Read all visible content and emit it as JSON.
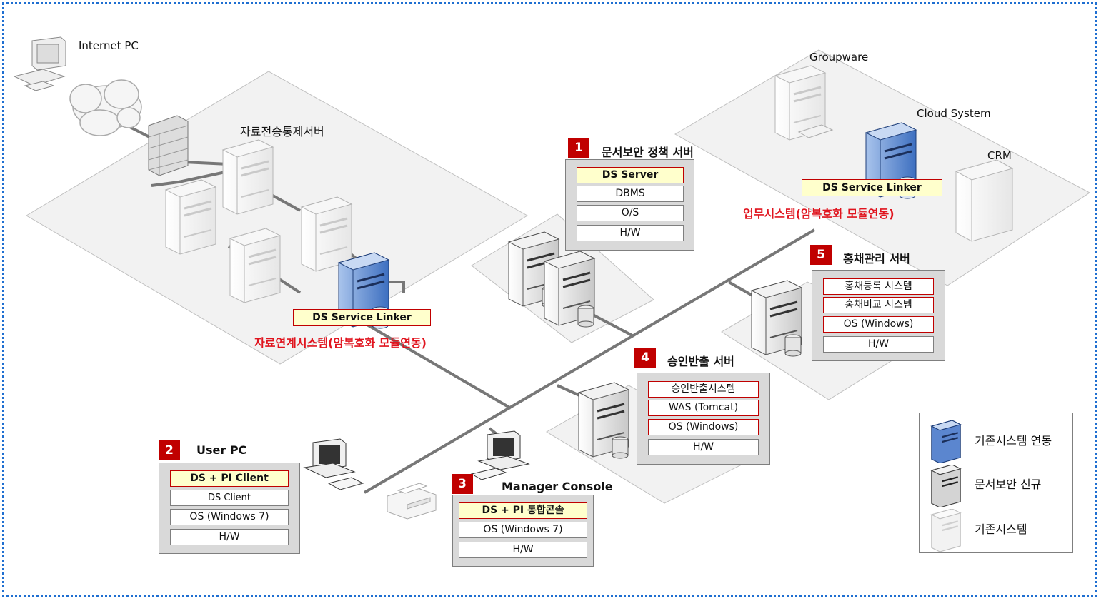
{
  "labels": {
    "internet_pc": "Internet PC",
    "transfer_server": "자료전송통제서버",
    "groupware": "Groupware",
    "cloud_system": "Cloud System",
    "crm": "CRM"
  },
  "policy_server": {
    "number": "1",
    "title": "문서보안 정책 서버",
    "rows": [
      "DS Server",
      "DBMS",
      "O/S",
      "H/W"
    ]
  },
  "user_pc": {
    "number": "2",
    "title": "User PC",
    "rows": [
      "DS + PI Client",
      "DS Client",
      "OS (Windows 7)",
      "H/W"
    ]
  },
  "manager_console": {
    "number": "3",
    "title": "Manager Console",
    "rows": [
      "DS + PI 통합콘솔",
      "OS (Windows 7)",
      "H/W"
    ]
  },
  "approval_server": {
    "number": "4",
    "title": "승인반출 서버",
    "rows": [
      "승인반출시스템",
      "WAS (Tomcat)",
      "OS (Windows)",
      "H/W"
    ]
  },
  "bond_server": {
    "number": "5",
    "title": "홍채관리 서버",
    "rows": [
      "홍채등록 시스템",
      "홍채비교 시스템",
      "OS (Windows)",
      "H/W"
    ]
  },
  "data_link": {
    "linker": "DS Service Linker",
    "caption": "자료연계시스템(암복호화 모듈연동)"
  },
  "business": {
    "linker": "DS Service Linker",
    "caption": "업무시스템(암복호화 모듈연동)"
  },
  "legend": {
    "items": [
      {
        "icon": "blue-server-icon",
        "label": "기존시스템 연동"
      },
      {
        "icon": "gray-server-icon",
        "label": "문서보안 신규"
      },
      {
        "icon": "light-server-icon",
        "label": "기존시스템"
      }
    ]
  },
  "colors": {
    "accent_red": "#c00000",
    "frame_blue": "#1f6fd1",
    "highlight_yellow": "#ffffcc"
  }
}
